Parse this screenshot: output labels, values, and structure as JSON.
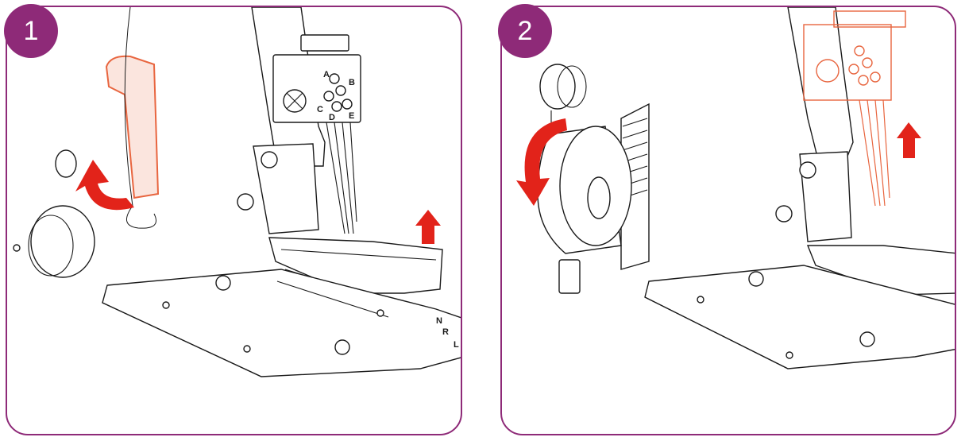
{
  "steps": [
    {
      "number": "1",
      "highlight_color": "#e8653f",
      "arrow_color": "#e2231a"
    },
    {
      "number": "2",
      "highlight_color": "#e8653f",
      "arrow_color": "#e2231a"
    }
  ],
  "needle_labels": [
    "A",
    "B",
    "C",
    "D",
    "E"
  ],
  "plate_labels": [
    "N",
    "R",
    "L"
  ],
  "colors": {
    "frame": "#8e2a78",
    "line": "#1a1a1a",
    "background": "#ffffff"
  },
  "icons": [
    "screwdriver-icon",
    "curved-arrow-icon",
    "up-arrow-icon",
    "handwheel-icon",
    "needle-clamp-icon"
  ]
}
